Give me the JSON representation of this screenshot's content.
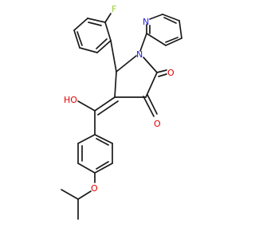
{
  "atoms": {
    "F": {
      "label": "F",
      "color": "#9acd32"
    },
    "N1": {
      "label": "N",
      "color": "#1f1fdf"
    },
    "N2": {
      "label": "N",
      "color": "#1f1fdf"
    },
    "O1": {
      "label": "O",
      "color": "#e00000"
    },
    "O2": {
      "label": "O",
      "color": "#e00000"
    },
    "O3": {
      "label": "HO",
      "color": "#e00000"
    },
    "O4": {
      "label": "O",
      "color": "#e00000"
    }
  }
}
